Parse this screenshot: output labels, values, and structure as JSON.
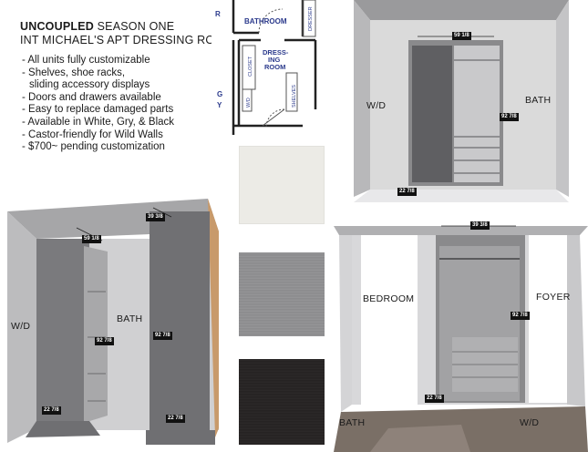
{
  "header": {
    "brand": "UNCOUPLED",
    "season": " SEASON ONE",
    "subtitle": "INT MICHAEL'S APT DRESSING ROOM"
  },
  "features": [
    "- All units fully customizable",
    "- Shelves, shoe racks,",
    "  sliding accessory displays",
    "- Doors and drawers available",
    "- Easy to replace damaged parts",
    "- Available in White, Gry, & Black",
    "- Castor-friendly for Wild Walls",
    "- $700~ pending customization"
  ],
  "floor_plan": {
    "bathroom": "BATHROOM",
    "dresser": "DRESSER",
    "dressing_room_1": "DRESS-",
    "dressing_room_2": "ING",
    "dressing_room_3": "ROOM",
    "closet": "CLOSET",
    "shelves": "SHELVES",
    "wd": "W/D",
    "edge_top": "R",
    "edge_g": "G",
    "edge_y": "Y"
  },
  "render_top_right": {
    "dim_width": "59 1/8",
    "dim_height": "92 7/8",
    "dim_depth": "22 7/8",
    "label_left": "W/D",
    "label_right": "BATH"
  },
  "render_bottom_left": {
    "dim_top": "39 3/8",
    "dim_width": "59 1/8",
    "dim_height_a": "92 7/8",
    "dim_height_b": "92 7/8",
    "dim_depth_a": "22 7/8",
    "dim_depth_b": "22 7/8",
    "label_left": "W/D",
    "label_center": "BATH"
  },
  "render_bottom_right": {
    "dim_width": "39 3/8",
    "dim_height": "92 7/8",
    "dim_depth": "22 7/8",
    "label_left": "BEDROOM",
    "label_right": "FOYER",
    "label_bottom_left": "BATH",
    "label_bottom_right": "W/D"
  },
  "swatches": {
    "white": "#ecebe6",
    "grey": "#8d8d8f",
    "black": "#2a2626"
  }
}
